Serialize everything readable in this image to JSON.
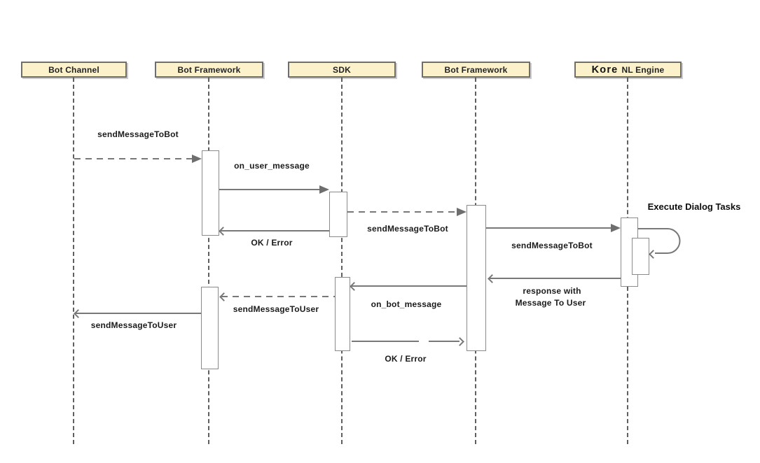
{
  "diagram": {
    "type": "sequence",
    "participants": [
      {
        "name": "Bot Channel"
      },
      {
        "name": "Bot Framework"
      },
      {
        "name": "SDK"
      },
      {
        "name": "Bot Framework"
      },
      {
        "name": "Kore NL Engine",
        "name_logo": "Kore",
        "name_rest": "NL Engine"
      }
    ],
    "messages": [
      {
        "label": "sendMessageToBot",
        "from": "Bot Channel",
        "to": "Bot Framework (1)",
        "style": "dashed",
        "head": "filled"
      },
      {
        "label": "on_user_message",
        "from": "Bot Framework (1)",
        "to": "SDK",
        "style": "solid",
        "head": "filled"
      },
      {
        "label": "sendMessageToBot",
        "from": "SDK",
        "to": "Bot Framework (2)",
        "style": "dashed",
        "head": "filled"
      },
      {
        "label": "OK / Error",
        "from": "SDK",
        "to": "Bot Framework (1)",
        "style": "solid",
        "head": "open"
      },
      {
        "label": "sendMessageToBot",
        "from": "Bot Framework (2)",
        "to": "Kore NL Engine",
        "style": "solid",
        "head": "filled"
      },
      {
        "label": "Execute Dialog Tasks",
        "from": "Kore NL Engine",
        "to": "Kore NL Engine",
        "style": "self-loop",
        "head": "open"
      },
      {
        "label": "response with Message To User",
        "label_lines": [
          "response with",
          "Message To User"
        ],
        "from": "Kore NL Engine",
        "to": "Bot Framework (2)",
        "style": "solid",
        "head": "open"
      },
      {
        "label": "on_bot_message",
        "from": "Bot Framework (2)",
        "to": "SDK",
        "style": "solid",
        "head": "open"
      },
      {
        "label": "sendMessageToUser",
        "from": "SDK",
        "to": "Bot Framework (1)",
        "style": "dashed",
        "head": "open"
      },
      {
        "label": "sendMessageToUser",
        "from": "Bot Framework (1)",
        "to": "Bot Channel",
        "style": "solid",
        "head": "open"
      },
      {
        "label": "OK / Error",
        "from": "SDK",
        "to": "Bot Framework (2)",
        "style": "solid",
        "head": "open"
      }
    ],
    "colors": {
      "actor_fill": "#fbf2cc",
      "actor_border": "#6e6e6e",
      "line": "#787878",
      "lifeline": "#5f5f5f",
      "text": "#1b1b1b",
      "background": "#ffffff"
    }
  }
}
